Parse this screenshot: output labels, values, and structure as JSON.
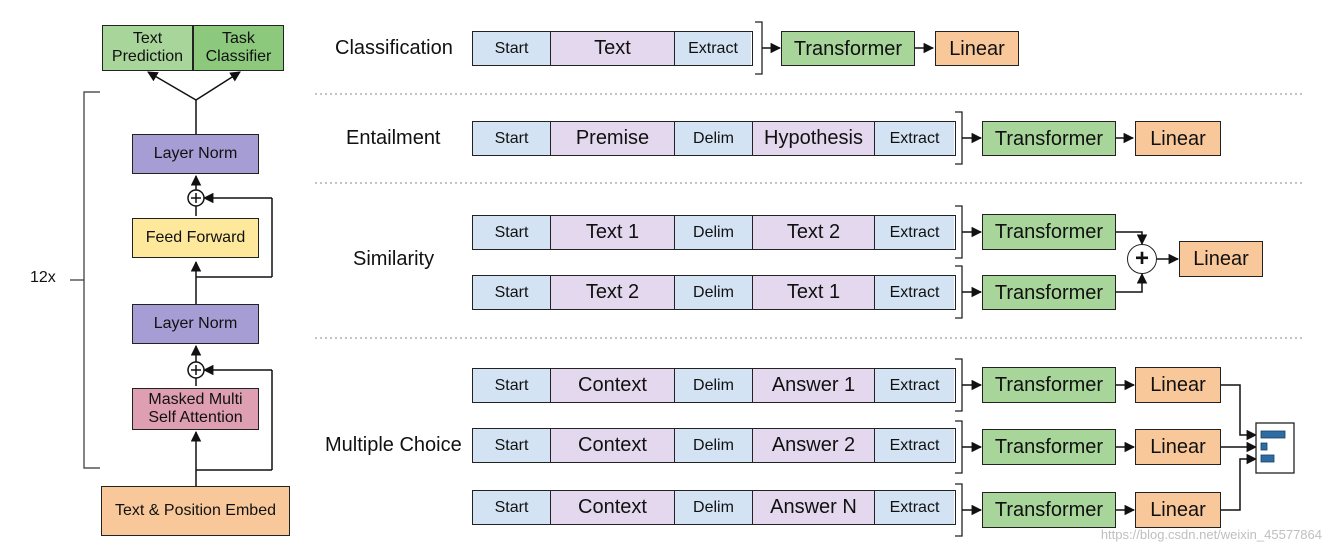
{
  "left_arch": {
    "heads": [
      "Text\nPrediction",
      "Task\nClassifier"
    ],
    "repeat": "12x",
    "blocks": {
      "layer_norm_top": "Layer Norm",
      "feed_forward": "Feed Forward",
      "layer_norm_bottom": "Layer Norm",
      "attention": "Masked Multi\nSelf Attention"
    },
    "embed": "Text & Position Embed"
  },
  "tasks": {
    "classification": {
      "label": "Classification",
      "row": [
        "Start",
        "Text",
        "Extract"
      ],
      "transformer": "Transformer",
      "linear": "Linear"
    },
    "entailment": {
      "label": "Entailment",
      "row": [
        "Start",
        "Premise",
        "Delim",
        "Hypothesis",
        "Extract"
      ],
      "transformer": "Transformer",
      "linear": "Linear"
    },
    "similarity": {
      "label": "Similarity",
      "rows": [
        [
          "Start",
          "Text 1",
          "Delim",
          "Text 2",
          "Extract"
        ],
        [
          "Start",
          "Text 2",
          "Delim",
          "Text 1",
          "Extract"
        ]
      ],
      "transformer": "Transformer",
      "plus": "+",
      "linear": "Linear"
    },
    "multiple_choice": {
      "label": "Multiple Choice",
      "rows": [
        [
          "Start",
          "Context",
          "Delim",
          "Answer 1",
          "Extract"
        ],
        [
          "Start",
          "Context",
          "Delim",
          "Answer 2",
          "Extract"
        ],
        [
          "Start",
          "Context",
          "Delim",
          "Answer N",
          "Extract"
        ]
      ],
      "transformer": "Transformer",
      "linear": "Linear"
    }
  },
  "watermark": "https://blog.csdn.net/weixin_45577864"
}
